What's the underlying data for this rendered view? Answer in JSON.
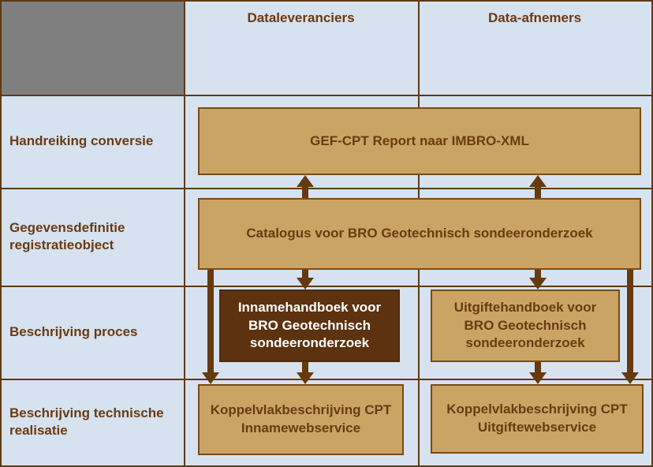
{
  "palette": {
    "background": "#d6e2ef",
    "grid_line": "#5e3a10",
    "gray_cell": "#7f7f7f",
    "box_fill": "#c9a464",
    "box_border": "#7c4a12",
    "box_text": "#6b3a10",
    "dark_box_fill": "#5c320f",
    "dark_box_border": "#4e2a0c",
    "dark_box_text": "#ffffff",
    "arrow": "#653a10",
    "label_text": "#6b3a10"
  },
  "columns": [
    {
      "label": "Dataleveranciers"
    },
    {
      "label": "Data-afnemers"
    }
  ],
  "rows": [
    {
      "label": "Handreiking conversie"
    },
    {
      "label": "Gegevensdefinitie registratieobject"
    },
    {
      "label": "Beschrijving proces"
    },
    {
      "label": "Beschrijving technische realisatie"
    }
  ],
  "boxes": {
    "gef_cpt": "GEF-CPT Report naar IMBRO-XML",
    "catalogus": "Catalogus voor BRO Geotechnisch sondeeronderzoek",
    "innamehandboek": "Innamehandboek voor BRO Geotechnisch sondeeronderzoek",
    "uitgiftehandboek": "Uitgiftehandboek voor BRO Geotechnisch sondeeronderzoek",
    "koppelvlak_inname": "Koppelvlakbeschrijving CPT Innamewebservice",
    "koppelvlak_uitgifte": "Koppelvlakbeschrijving CPT Uitgiftewebservice"
  },
  "arrows": [
    {
      "from": "catalogus",
      "to": "gef_cpt",
      "direction": "up",
      "column": "dataleveranciers"
    },
    {
      "from": "catalogus",
      "to": "gef_cpt",
      "direction": "up",
      "column": "data-afnemers"
    },
    {
      "from": "catalogus",
      "to": "innamehandboek",
      "direction": "down",
      "column": "dataleveranciers"
    },
    {
      "from": "catalogus",
      "to": "uitgiftehandboek",
      "direction": "down",
      "column": "data-afnemers"
    },
    {
      "from": "catalogus",
      "to": "koppelvlak_inname",
      "direction": "down",
      "column": "dataleveranciers"
    },
    {
      "from": "catalogus",
      "to": "koppelvlak_uitgifte",
      "direction": "down",
      "column": "data-afnemers"
    },
    {
      "from": "innamehandboek",
      "to": "koppelvlak_inname",
      "direction": "down",
      "column": "dataleveranciers"
    },
    {
      "from": "uitgiftehandboek",
      "to": "koppelvlak_uitgifte",
      "direction": "down",
      "column": "data-afnemers"
    }
  ]
}
